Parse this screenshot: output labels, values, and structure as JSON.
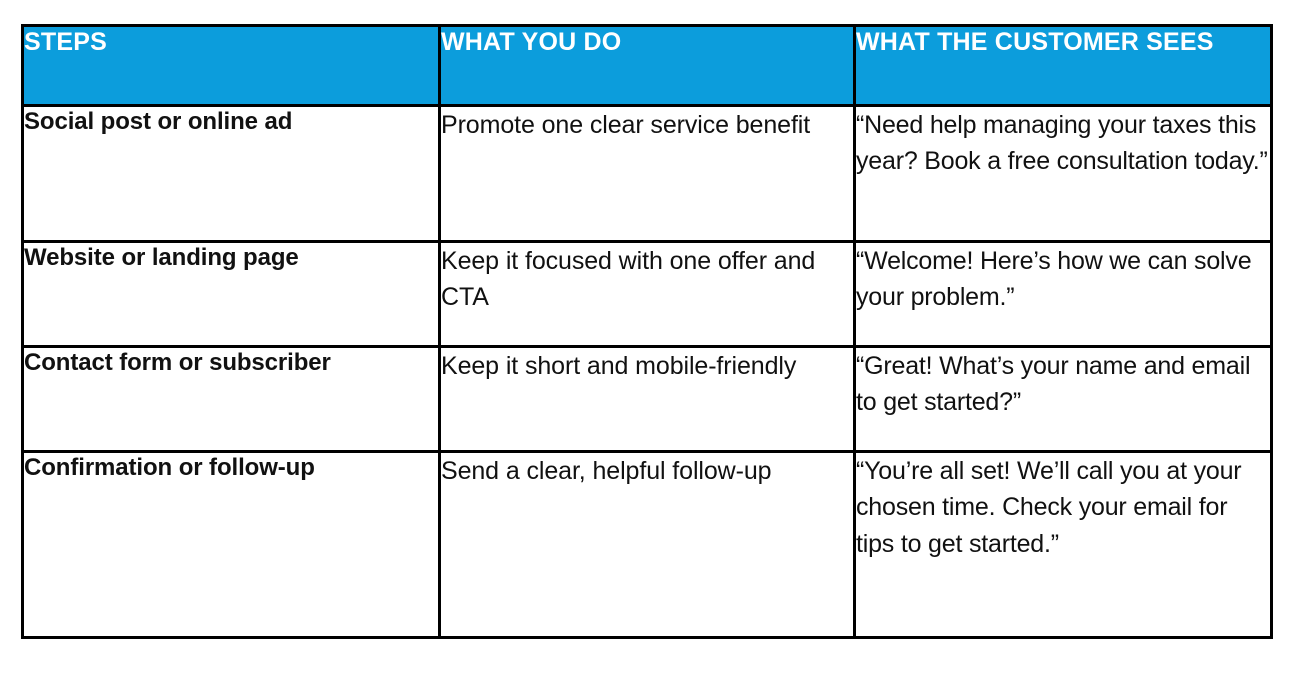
{
  "theme": {
    "header_background": "#0C9DDC",
    "header_text_color": "#FFFFFF",
    "body_text_color": "#111111",
    "border_color": "#000000",
    "page_background": "#FFFFFF"
  },
  "table": {
    "columns": [
      {
        "key": "steps",
        "header": "STEPS"
      },
      {
        "key": "what_you_do",
        "header": "WHAT YOU DO"
      },
      {
        "key": "what_the_customer_sees",
        "header": "WHAT THE CUSTOMER SEES"
      }
    ],
    "rows": [
      {
        "steps": "Social post or online ad",
        "what_you_do": "Promote one clear service benefit",
        "what_the_customer_sees": "“Need help managing your taxes this year? Book a free consultation today.”"
      },
      {
        "steps": "Website or landing page",
        "what_you_do": "Keep it focused with one offer and CTA",
        "what_the_customer_sees": "“Welcome! Here’s how we can solve your problem.”"
      },
      {
        "steps": "Contact form or subscriber",
        "what_you_do": "Keep it short and mobile-friendly",
        "what_the_customer_sees": "“Great! What’s your name and email to get started?”"
      },
      {
        "steps": "Confirmation or follow-up",
        "what_you_do": "Send a clear, helpful follow-up",
        "what_the_customer_sees": "“You’re all set! We’ll call you at your chosen time. Check your email for tips to get started.”"
      }
    ]
  }
}
